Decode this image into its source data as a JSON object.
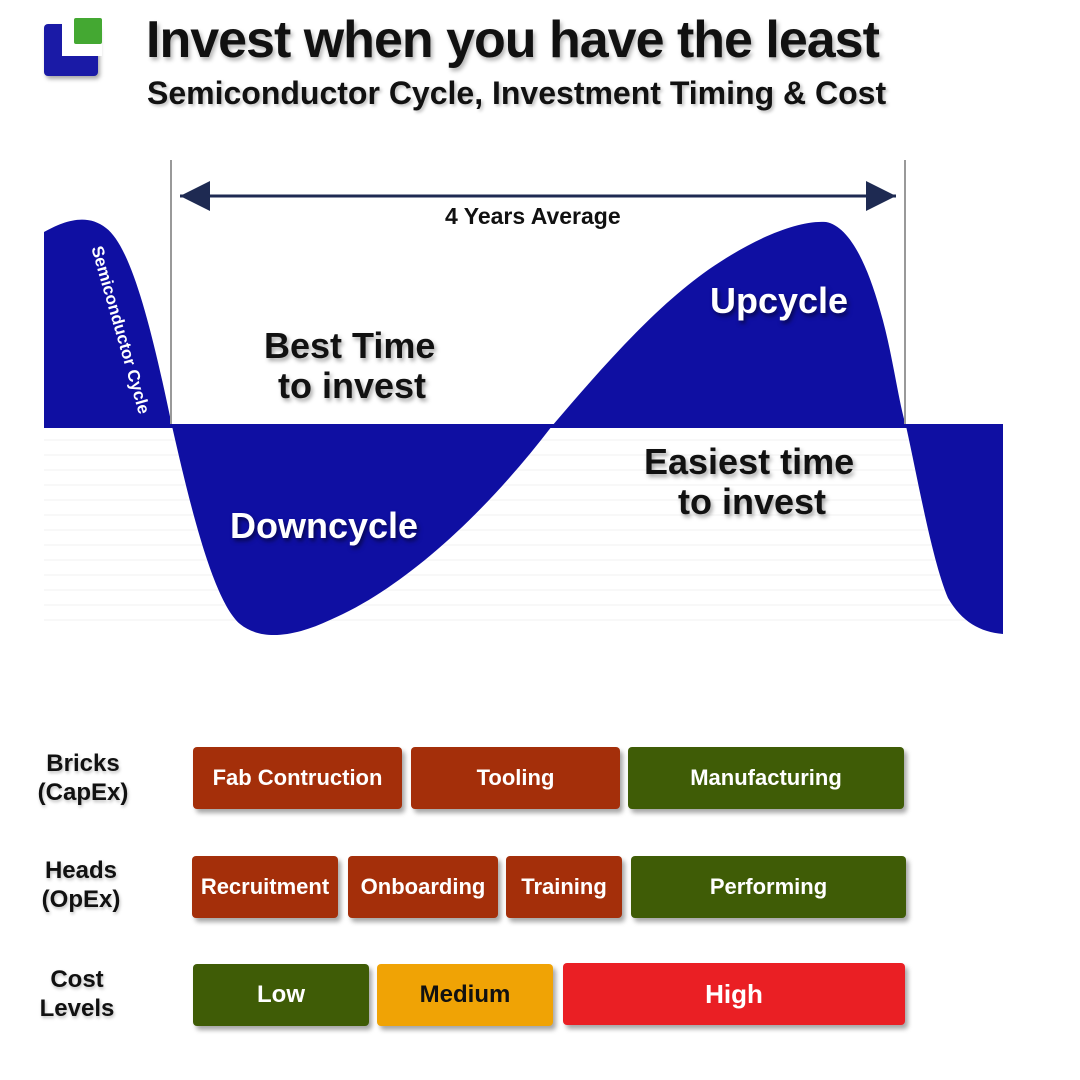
{
  "header": {
    "title": "Invest when you have the least",
    "subtitle": "Semiconductor Cycle, Investment Timing & Cost"
  },
  "cycle": {
    "span_label": "4 Years Average",
    "vertical_label": "Semiconductor Cycle",
    "best_time": [
      "Best Time",
      "to invest"
    ],
    "easiest_time": [
      "Easiest time",
      "to invest"
    ],
    "upcycle": "Upcycle",
    "downcycle": "Downcycle"
  },
  "rows": {
    "bricks": {
      "label": [
        "Bricks",
        "(CapEx)"
      ],
      "items": [
        "Fab Contruction",
        "Tooling",
        "Manufacturing"
      ]
    },
    "heads": {
      "label": [
        "Heads",
        "(OpEx)"
      ],
      "items": [
        "Recruitment",
        "Onboarding",
        "Training",
        "Performing"
      ]
    },
    "cost": {
      "label": [
        "Cost",
        "Levels"
      ],
      "items": [
        "Low",
        "Medium",
        "High"
      ]
    }
  },
  "colors": {
    "cycle_fill": "#0f0fa2",
    "phase_red": "#a42f0a",
    "phase_green": "#3f5c06",
    "cost_low": "#3f5c06",
    "cost_medium": "#f0a305",
    "cost_high": "#ea1f24",
    "arrow": "#1e2a52",
    "logo_blue": "#1a1aa6",
    "logo_green": "#44a832"
  }
}
